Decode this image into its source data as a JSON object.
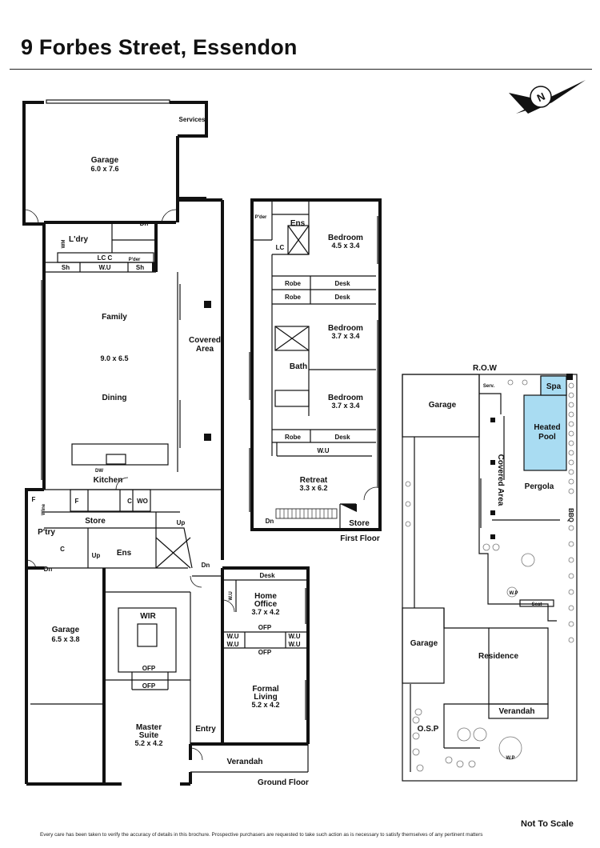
{
  "title": "9 Forbes Street, Essendon",
  "compass": {
    "letter": "N",
    "icon": "north-arrow-icon"
  },
  "ground_floor": {
    "label": "Ground Floor",
    "rooms": {
      "garage_top": {
        "name": "Garage",
        "dim": "6.0 x 7.6"
      },
      "services": "Services",
      "laundry": "L'dry",
      "wm": "WM",
      "lc_c": "LC C",
      "powder": "P'der",
      "sh1": "Sh",
      "wu1": "W.U",
      "sh2": "Sh",
      "dn1": "Dn",
      "family": "Family",
      "family_dim": "9.0 x 6.5",
      "dining": "Dining",
      "covered_area": "Covered",
      "covered_area2": "Area",
      "dw": "DW",
      "kitchen": "Kitchen",
      "f1": "F",
      "f2": "F",
      "wine": "Wine",
      "c1": "C",
      "wo": "WO",
      "store": "Store",
      "pantry": "P'try",
      "up1": "Up",
      "c2": "C",
      "up2": "Up",
      "ens": "Ens",
      "dn2": "Dn",
      "dn3": "Dn",
      "garage_left": {
        "name": "Garage",
        "dim": "6.5 x 3.8"
      },
      "wir": "WIR",
      "ofp1": "OFP",
      "ofp2": "OFP",
      "master": {
        "name": "Master",
        "name2": "Suite",
        "dim": "5.2 x 4.2"
      },
      "entry": "Entry",
      "verandah": "Verandah",
      "desk": "Desk",
      "wu_side": "W.U",
      "home_office": {
        "name": "Home",
        "name2": "Office",
        "dim": "3.7 x 4.2"
      },
      "ofp3": "OFP",
      "ofp4": "OFP",
      "wu_a": "W.U",
      "wu_b": "W.U",
      "wu_c": "W.U",
      "wu_d": "W.U",
      "formal": {
        "name": "Formal",
        "name2": "Living",
        "dim": "5.2 x 4.2"
      }
    }
  },
  "first_floor": {
    "label": "First Floor",
    "rooms": {
      "powder": "P'der",
      "ens": "Ens",
      "lc": "LC",
      "bed1": {
        "name": "Bedroom",
        "dim": "4.5 x 3.4"
      },
      "robe1": "Robe",
      "desk1": "Desk",
      "robe2": "Robe",
      "desk2": "Desk",
      "bed2": {
        "name": "Bedroom",
        "dim": "3.7 x 3.4"
      },
      "bath": "Bath",
      "bed3": {
        "name": "Bedroom",
        "dim": "3.7 x 3.4"
      },
      "robe3": "Robe",
      "desk3": "Desk",
      "wu": "W.U",
      "retreat": {
        "name": "Retreat",
        "dim": "3.3 x 6.2"
      },
      "dn": "Dn",
      "store": "Store"
    }
  },
  "site_plan": {
    "row": "R.O.W",
    "garage1": "Garage",
    "serv": "Serv.",
    "spa": "Spa",
    "heated_pool": "Heated",
    "heated_pool2": "Pool",
    "covered_area": "Covered Area",
    "pergola": "Pergola",
    "bbq": "BBQ",
    "seat": "Seat",
    "garage2": "Garage",
    "residence": "Residence",
    "verandah": "Verandah",
    "osp": "O.S.P",
    "wp1": "W.P",
    "wp2": "W.P",
    "pool_color": "#a9dcf2"
  },
  "footer": {
    "not_to_scale": "Not To Scale",
    "disclaimer": "Every care has been taken to verify the accuracy of details in this brochure. Prospective purchasers are requested to take such action as is necessary to satisfy themselves of any pertinent matters"
  }
}
